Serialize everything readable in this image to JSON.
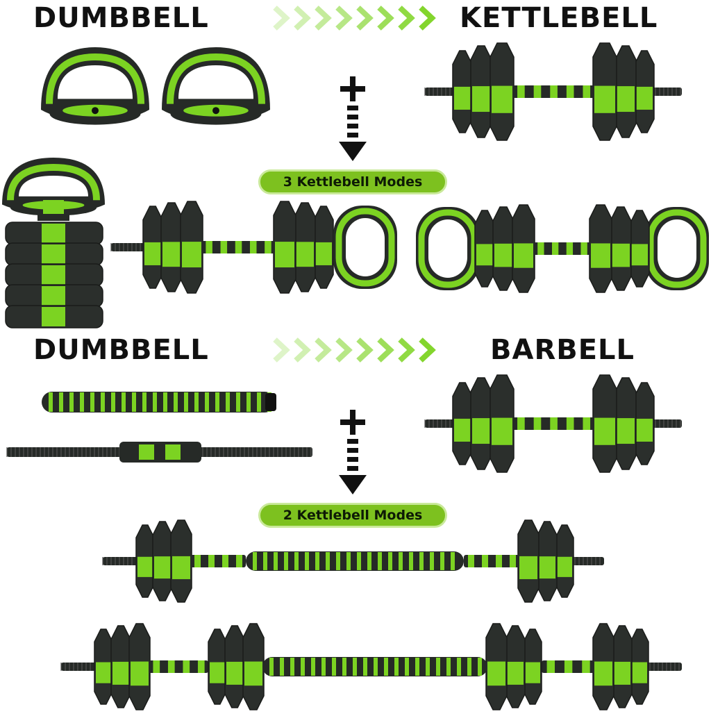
{
  "headings": {
    "top_left": "DUMBBELL",
    "top_right": "KETTLEBELL",
    "mid_left": "DUMBBELL",
    "mid_right": "BARBELL"
  },
  "badges": {
    "kettlebell_modes_top": "3 Kettlebell Modes",
    "kettlebell_modes_bottom": "2 Kettlebell Modes"
  },
  "colors": {
    "accent_green": "#7cd322",
    "plate_black": "#2b2f2c",
    "handle_dark": "#262a27",
    "badge_green": "#7dc11f"
  },
  "icons": {
    "plus": "plus-icon",
    "dashed_arrow": "dashed-arrow-down-icon",
    "chevrons": "chevron-right-icon"
  }
}
